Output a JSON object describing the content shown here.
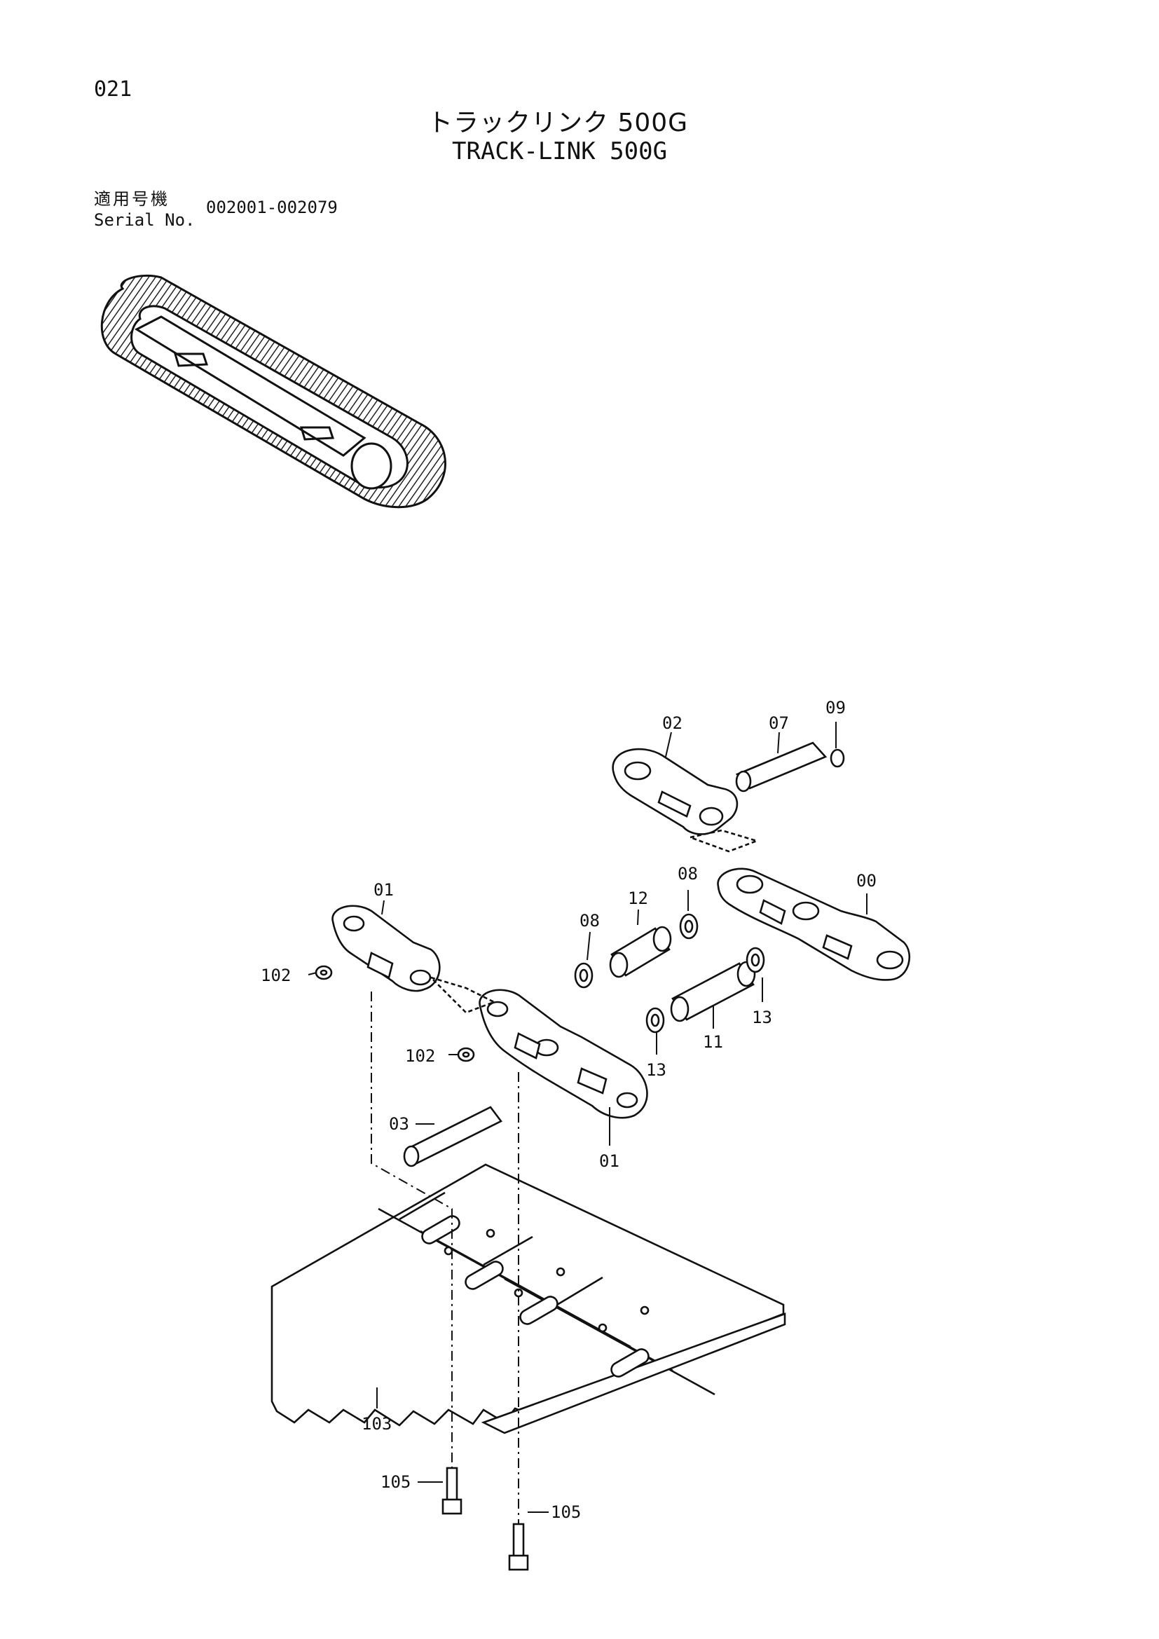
{
  "page_number": "021",
  "title_jp": "トラックリンク 500G",
  "title_en": "TRACK-LINK 500G",
  "serial": {
    "label_jp": "適用号機",
    "label_en": "Serial No.",
    "range": "002001-002079"
  },
  "part_labels": {
    "p09": "09",
    "p02": "02",
    "p07": "07",
    "p08a": "08",
    "p00": "00",
    "p01a": "01",
    "p12": "12",
    "p08b": "08",
    "p102a": "102",
    "p13a": "13",
    "p11": "11",
    "p102b": "102",
    "p13b": "13",
    "p03": "03",
    "p01b": "01",
    "p103": "103",
    "p105a": "105",
    "p105b": "105"
  }
}
